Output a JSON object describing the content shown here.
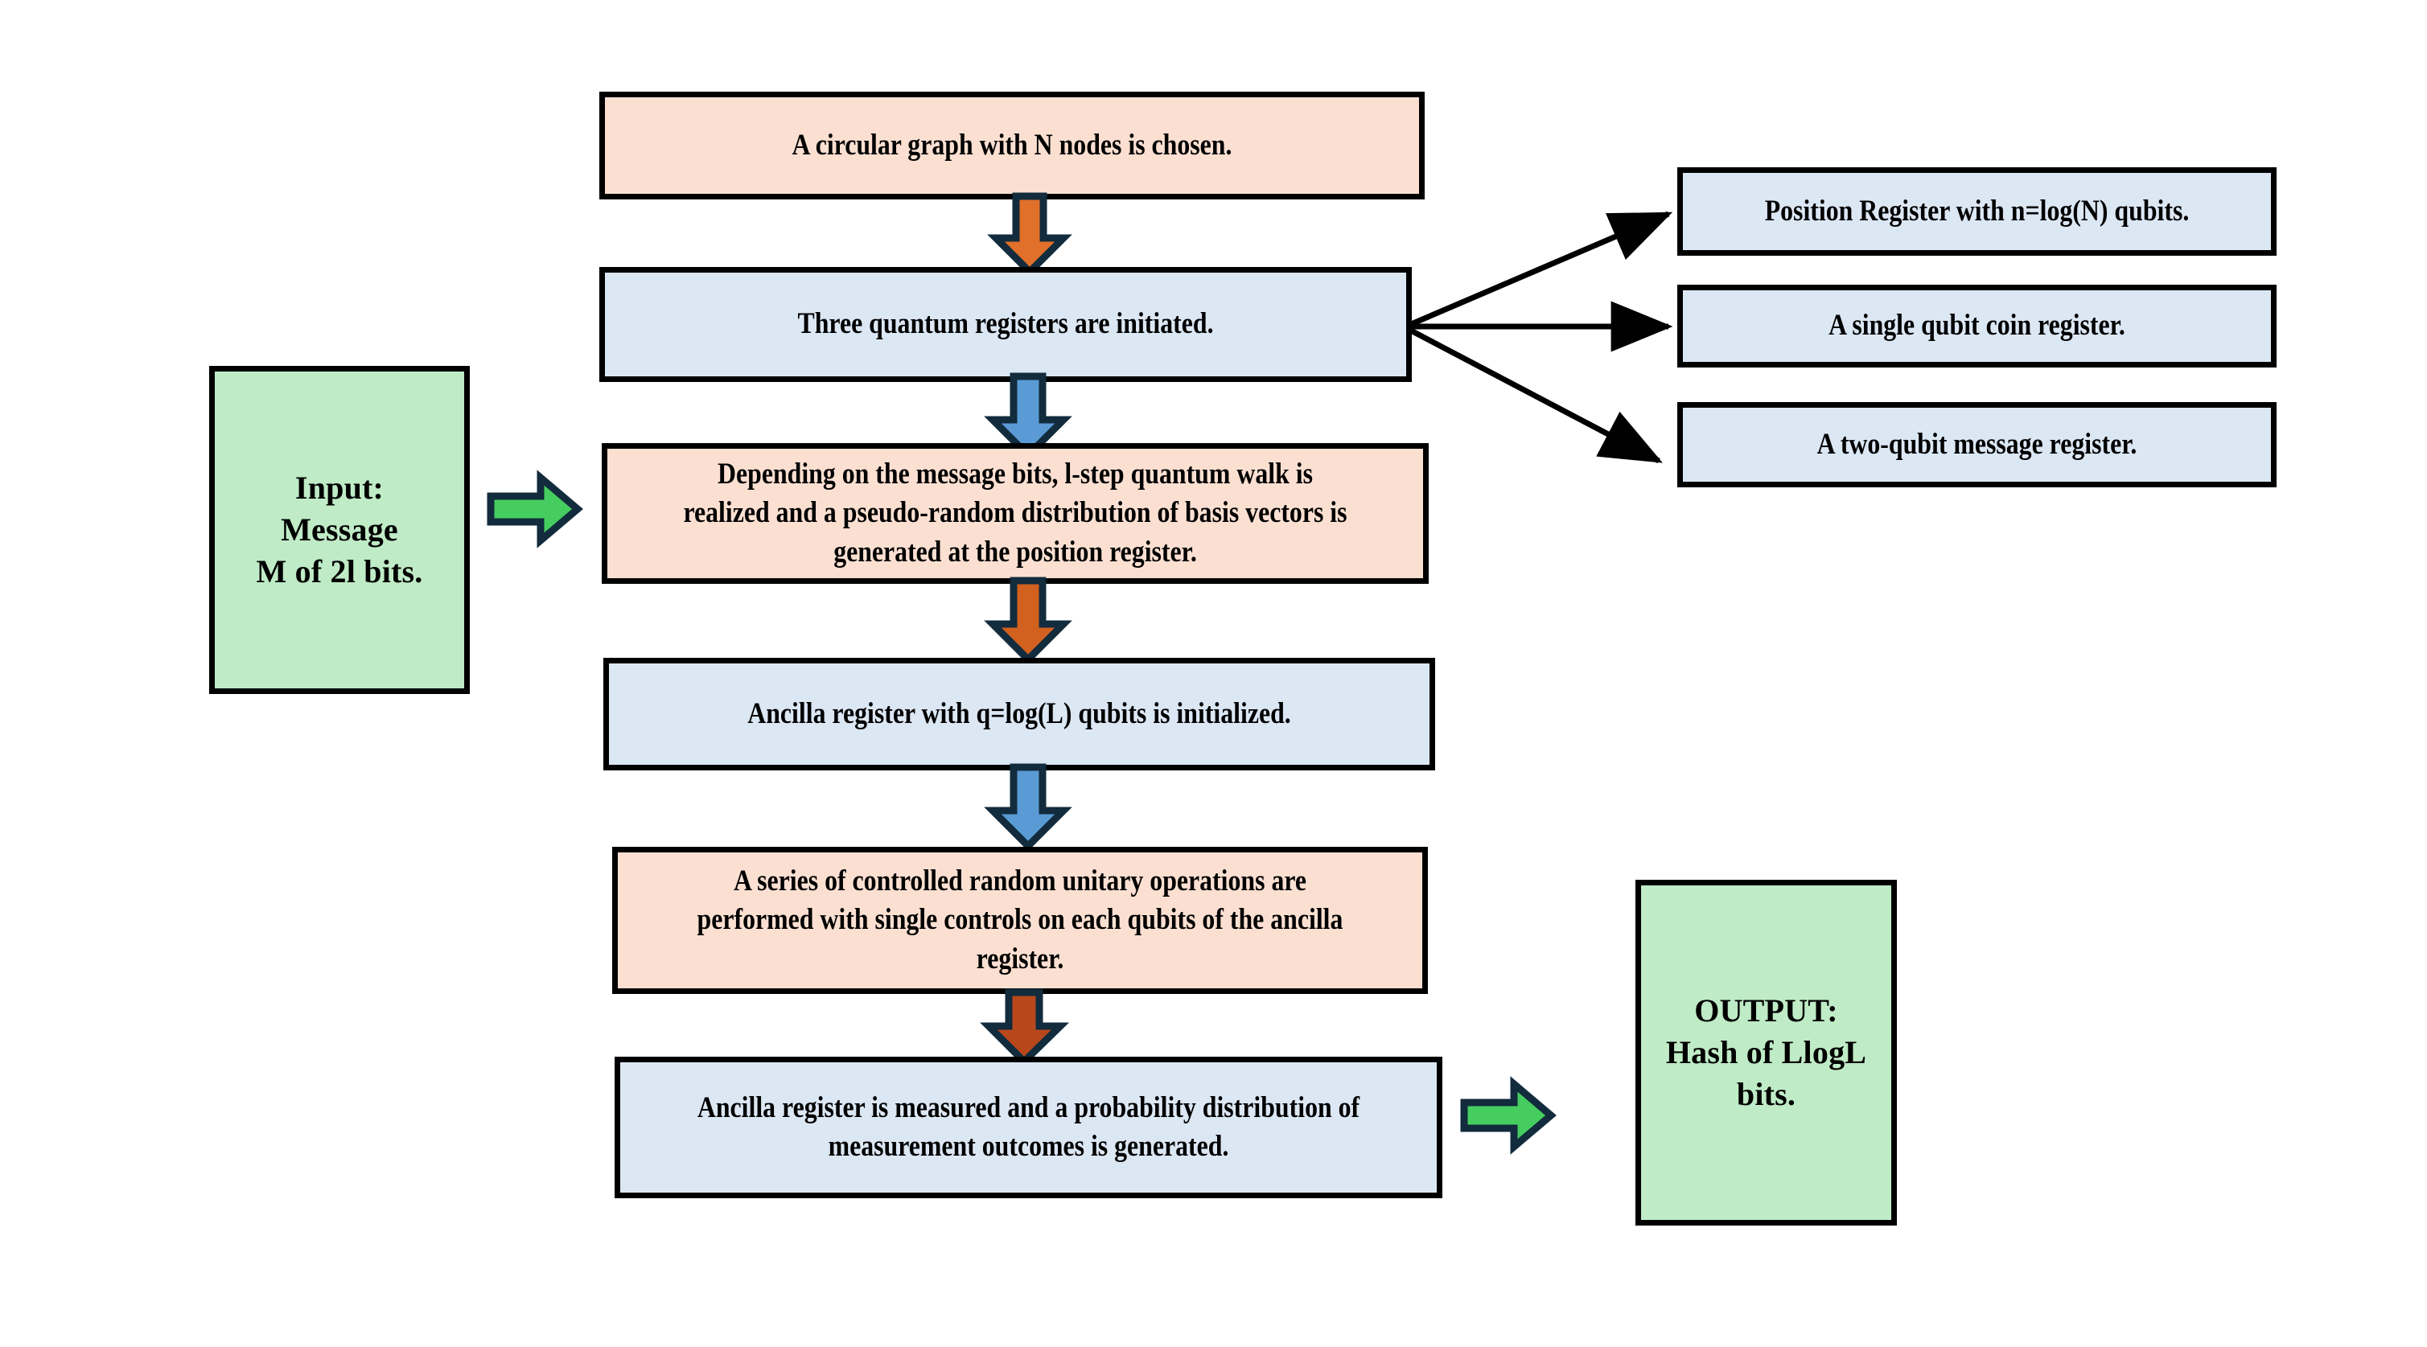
{
  "diagram": {
    "title": "Quantum hash function flowchart",
    "colors": {
      "pink_fill": "#FBE0D2",
      "blue_fill": "#DCE7F4",
      "green_fill": "#BFEBC6",
      "box_border": "#000000",
      "arrow_outline": "#122B3D",
      "arrow_orange_light": "#E0702A",
      "arrow_orange_dark": "#B8481C",
      "arrow_blue": "#5B9BD5",
      "arrow_green": "#45CE5F",
      "connector_line": "#000000",
      "background": "#FFFFFF"
    },
    "nodes": {
      "input": {
        "label": "Input: Message\nM of 2l bits.",
        "kind": "terminal",
        "fill": "green"
      },
      "graph_chosen": {
        "label": "A circular graph with N nodes is chosen.",
        "kind": "process",
        "fill": "pink"
      },
      "registers_initiated": {
        "label": "Three quantum registers are initiated.",
        "kind": "process",
        "fill": "blue"
      },
      "position_register": {
        "label": "Position Register with n=log(N) qubits.",
        "kind": "process",
        "fill": "blue"
      },
      "coin_register": {
        "label": "A single qubit coin register.",
        "kind": "process",
        "fill": "blue"
      },
      "message_register": {
        "label": "A two-qubit message register.",
        "kind": "process",
        "fill": "blue"
      },
      "quantum_walk": {
        "label": "Depending on the message bits, l-step quantum walk is realized and a pseudo-random distribution of basis vectors is generated at the position register.",
        "kind": "process",
        "fill": "pink"
      },
      "ancilla_init": {
        "label": "Ancilla register with q=log(L) qubits is initialized.",
        "kind": "process",
        "fill": "blue"
      },
      "unitary_ops": {
        "label": "A series of controlled random unitary operations are performed with single controls on each qubits of the ancilla register.",
        "kind": "process",
        "fill": "pink"
      },
      "measurement": {
        "label": "Ancilla register is measured and a probability distribution of measurement outcomes is generated.",
        "kind": "process",
        "fill": "blue"
      },
      "output": {
        "label": "OUTPUT:\nHash  of LlogL\nbits.",
        "kind": "terminal",
        "fill": "green"
      }
    },
    "arrows": {
      "input_to_walk": {
        "name": "green-right-arrow",
        "direction": "right",
        "color": "#45CE5F"
      },
      "graph_to_registers": {
        "name": "orange-down-arrow",
        "direction": "down",
        "color": "#E0702A"
      },
      "registers_to_walk": {
        "name": "blue-down-arrow",
        "direction": "down",
        "color": "#5B9BD5"
      },
      "walk_to_ancilla": {
        "name": "orange-down-arrow",
        "direction": "down",
        "color": "#D2601F"
      },
      "ancilla_to_unitary": {
        "name": "blue-down-arrow",
        "direction": "down",
        "color": "#5B9BD5"
      },
      "unitary_to_measurement": {
        "name": "orange-down-arrow",
        "direction": "down",
        "color": "#B8481C"
      },
      "measurement_to_output": {
        "name": "green-right-arrow",
        "direction": "right",
        "color": "#45CE5F"
      },
      "registers_to_position": {
        "name": "connector-line-arrow",
        "direction": "up-right"
      },
      "registers_to_coin": {
        "name": "connector-line-arrow",
        "direction": "right"
      },
      "registers_to_message": {
        "name": "connector-line-arrow",
        "direction": "down-right"
      }
    }
  }
}
